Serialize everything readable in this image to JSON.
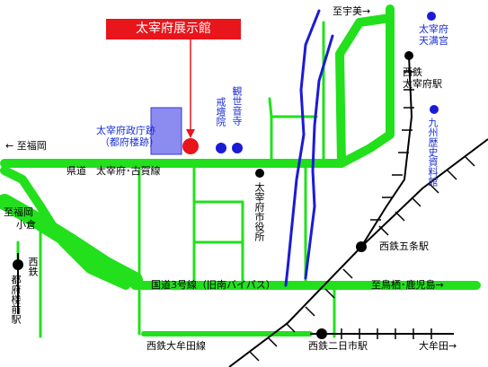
{
  "map": {
    "title": "太宰府展示館",
    "labels": {
      "to_umi": "至宇美→",
      "dazaifu_tenmangu": [
        "太宰府",
        "天满宫"
      ],
      "nishitetsu_dazaifu_station": [
        "西鉄",
        "太宰府駅"
      ],
      "kyushu_museum": "九州歴史資料館",
      "kaidan_in": "戒壇院",
      "kanzeonji": "観世音寺",
      "govt_ruins": [
        "太宰府政庁跡",
        "（都府楼跡）"
      ],
      "to_fukuoka": "← 至福岡",
      "prefectural_road": "県道　太宰府･古賀線",
      "city_hall": "太宰府市役所",
      "nishitetsu_gojo_station": "西鉄五条駅",
      "to_fukuoka_ogura": [
        "至福岡",
        "小倉"
      ],
      "nishitetsu_tofuromae_station": [
        "西鉄",
        "都府楼前駅"
      ],
      "route3": "国道3号線（旧南バイパス）",
      "to_tosu_kagoshima": "至鳥栖･鹿児島→",
      "nishitetsu_omuta_line": "西鉄大牟田線",
      "nishitetsu_futsukaichi_station": "西鉄二日市駅",
      "to_omuta": "大牟田→"
    }
  },
  "colors": {
    "road": "#22e01c",
    "river": "#1b1bd6",
    "railway": "#000000",
    "museum_marker": "#e8151b",
    "temple_marker": "#1b1bd6",
    "ruins_block": "#8b8bf0",
    "label_blue": "#1a2fd6"
  }
}
